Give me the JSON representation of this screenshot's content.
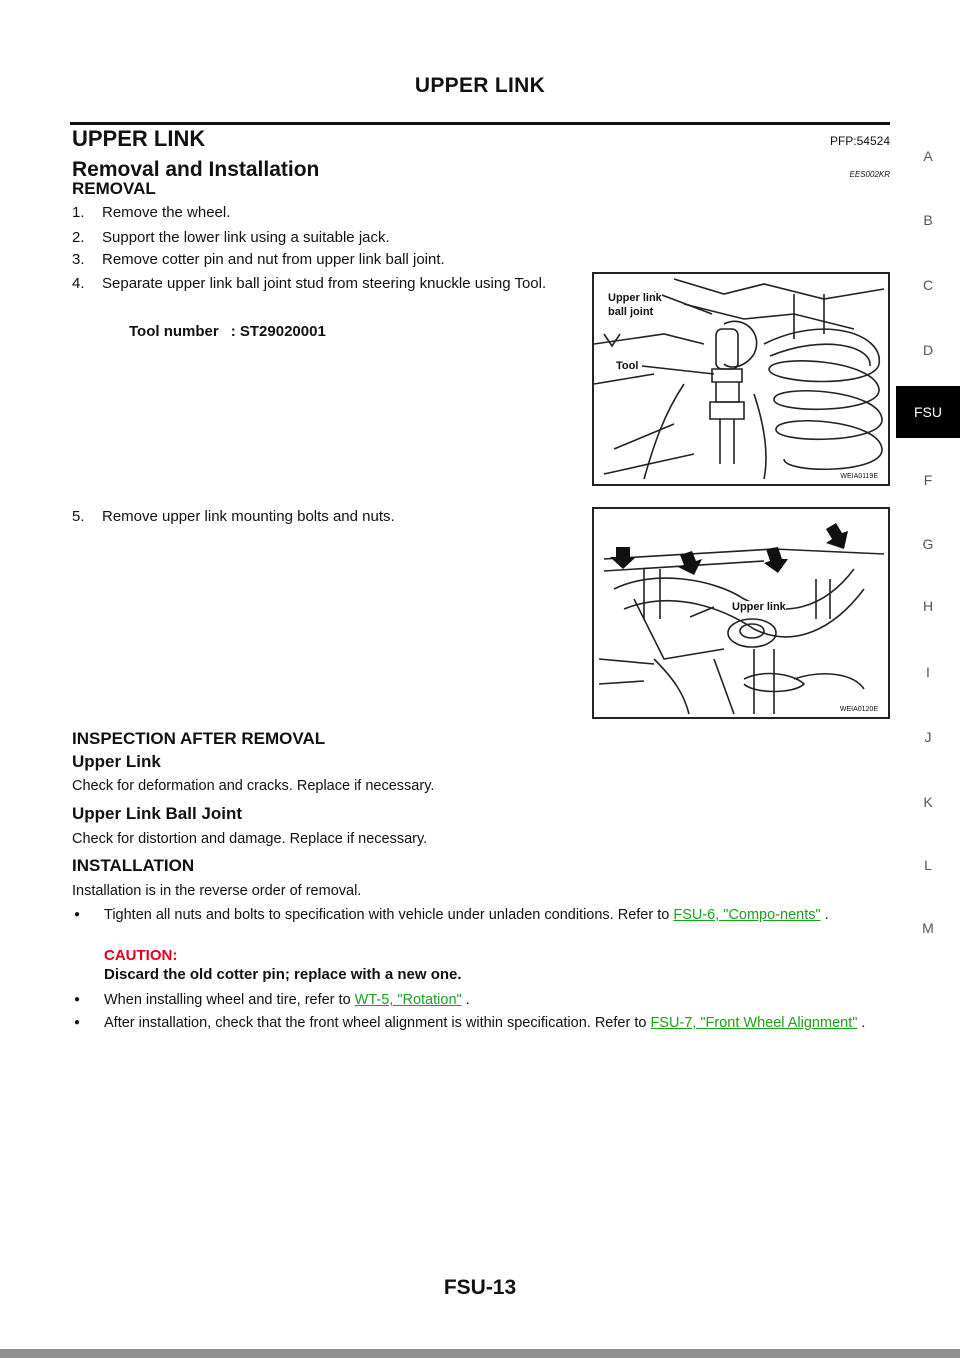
{
  "header": {
    "running_title": "UPPER LINK"
  },
  "section": {
    "title": "UPPER LINK",
    "code": "PFP:54524"
  },
  "subsection": {
    "title": "Removal and Installation",
    "code": "EES002KR"
  },
  "removal": {
    "heading": "REMOVAL",
    "steps": [
      {
        "num": "1.",
        "text": "Remove the wheel."
      },
      {
        "num": "2.",
        "text": "Support the lower link using a suitable jack."
      },
      {
        "num": "3.",
        "text": "Remove cotter pin and nut from upper link ball joint."
      },
      {
        "num": "4.",
        "text": "Separate upper link ball joint stud from steering knuckle using Tool."
      },
      {
        "num": "5.",
        "text": "Remove upper link mounting bolts and nuts."
      }
    ],
    "tool": {
      "label": "Tool number",
      "value": ": ST29020001"
    }
  },
  "figures": [
    {
      "code": "WEIA0119E",
      "labels": [
        "Upper link",
        "ball joint",
        "Tool"
      ]
    },
    {
      "code": "WEIA0120E",
      "labels": [
        "Upper link"
      ]
    }
  ],
  "inspection": {
    "heading": "INSPECTION AFTER REMOVAL",
    "items": [
      {
        "title": "Upper Link",
        "text": "Check for deformation and cracks. Replace if necessary."
      },
      {
        "title": "Upper Link Ball Joint",
        "text": "Check for distortion and damage. Replace if necessary."
      }
    ]
  },
  "installation": {
    "heading": "INSTALLATION",
    "intro": "Installation is in the reverse order of removal.",
    "bullet1": {
      "text": "Tighten all nuts and bolts to specification with vehicle under unladen conditions. Refer to ",
      "link": "FSU-6, \"Compo-nents\"",
      "after": " ."
    },
    "caution": {
      "label": "CAUTION:",
      "text": "Discard the old cotter pin; replace with a new one."
    },
    "bullet2": {
      "text": "When installing wheel and tire, refer to ",
      "link": "WT-5, \"Rotation\"",
      "after": " ."
    },
    "bullet3": {
      "text": "After installation, check that the front wheel alignment is within specification. Refer to ",
      "link": "FSU-7, \"Front Wheel Alignment\"",
      "after": " ."
    }
  },
  "tabs": [
    "A",
    "B",
    "C",
    "D",
    "FSU",
    "F",
    "G",
    "H",
    "I",
    "J",
    "K",
    "L",
    "M"
  ],
  "active_tab": "FSU",
  "footer": {
    "page_number": "FSU-13"
  },
  "colors": {
    "link": "#1aa21a",
    "caution": "#e0001a",
    "active_tab_bg": "#000000"
  }
}
